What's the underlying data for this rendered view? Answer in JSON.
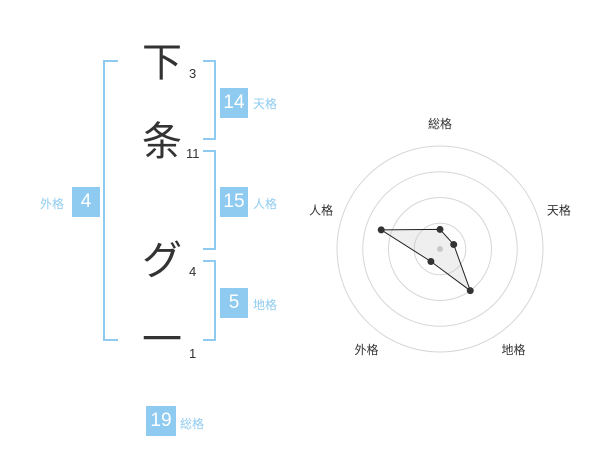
{
  "name": {
    "characters": [
      {
        "char": "下",
        "strokes": "3"
      },
      {
        "char": "条",
        "strokes": "11"
      },
      {
        "char": "グ",
        "strokes": "4"
      },
      {
        "char": "一",
        "strokes": "1"
      }
    ]
  },
  "kakusu": {
    "ten": {
      "value": "14",
      "label": "天格"
    },
    "jin": {
      "value": "15",
      "label": "人格"
    },
    "chi": {
      "value": "5",
      "label": "地格"
    },
    "gai": {
      "value": "4",
      "label": "外格"
    },
    "sou": {
      "value": "19",
      "label": "総格"
    }
  },
  "colors": {
    "accent": "#8fcbf0",
    "text": "#333333"
  },
  "chart_data": {
    "type": "radar",
    "axes": [
      "総格",
      "天格",
      "地格",
      "外格",
      "人格"
    ],
    "values": [
      0.19,
      0.14,
      0.5,
      0.15,
      0.6
    ],
    "range": [
      0,
      1
    ],
    "rings": 4
  }
}
